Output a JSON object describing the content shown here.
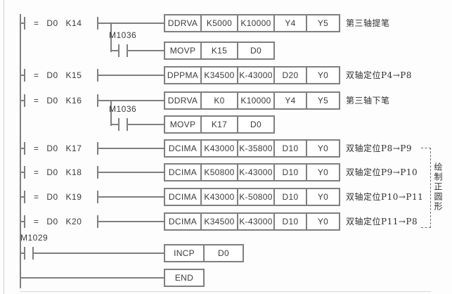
{
  "rungs": [
    {
      "contact": "= D0 K14",
      "cells": [
        "DDRVA",
        "K5000",
        "K10000",
        "Y4",
        "Y5"
      ],
      "comment": "第三轴提笔"
    },
    {
      "contact_label": "M1036",
      "cells": [
        "MOVP",
        "K15",
        "D0"
      ]
    },
    {
      "contact": "= D0 K15",
      "cells": [
        "DPPMA",
        "K34500",
        "K-43000",
        "D20",
        "Y0"
      ],
      "comment": "双轴定位P4→P8"
    },
    {
      "contact": "= D0 K16",
      "cells": [
        "DDRVA",
        "K0",
        "K10000",
        "Y4",
        "Y5"
      ],
      "comment": "第三轴下笔"
    },
    {
      "contact_label": "M1036",
      "cells": [
        "MOVP",
        "K17",
        "D0"
      ]
    },
    {
      "contact": "= D0 K17",
      "cells": [
        "DCIMA",
        "K43000",
        "K-35800",
        "D10",
        "Y0"
      ],
      "comment": "双轴定位P8→P9"
    },
    {
      "contact": "= D0 K18",
      "cells": [
        "DCIMA",
        "K50800",
        "K-43000",
        "D10",
        "Y0"
      ],
      "comment": "双轴定位P9→P10"
    },
    {
      "contact": "= D0 K19",
      "cells": [
        "DCIMA",
        "K43000",
        "K-50800",
        "D10",
        "Y0"
      ],
      "comment": "双轴定位P10→P11"
    },
    {
      "contact": "= D0 K20",
      "cells": [
        "DCIMA",
        "K34500",
        "K-43000",
        "D10",
        "Y0"
      ],
      "comment": "双轴定位P11→P8"
    },
    {
      "contact_label": "M1029",
      "cells": [
        "INCP",
        "D0"
      ]
    },
    {
      "cells": [
        "END"
      ]
    }
  ],
  "side_note": {
    "label": "绘制正圆形"
  },
  "colors": {
    "wire": "#7f7f7f",
    "text": "#3a3a3a",
    "background": "#fdfdfd"
  }
}
